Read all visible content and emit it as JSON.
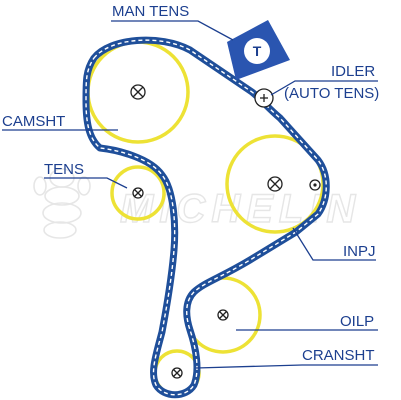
{
  "colors": {
    "belt": "#1f4f9a",
    "pulley": "#ede235",
    "label": "#1c3f8f",
    "watermark": "#e6e6e6",
    "tensioner_badge": "#2a55b0"
  },
  "watermark": {
    "text": "MICHELIN",
    "icon": "michelin-man-icon"
  },
  "labels": {
    "man_tens": "MAN TENS",
    "tensioner_badge": "T",
    "idler": "IDLER",
    "auto_tens": "(AUTO TENS)",
    "camsht": "CAMSHT",
    "tens": "TENS",
    "inpj": "INPJ",
    "oilp": "OILP",
    "cranshft": "CRANSHT"
  },
  "components": [
    {
      "name": "camshaft",
      "icon": "cross-circle-icon"
    },
    {
      "name": "tensioner",
      "icon": "cross-circle-icon"
    },
    {
      "name": "injection-pump",
      "icon": "cross-circle-icon"
    },
    {
      "name": "oil-pump",
      "icon": "cross-circle-icon"
    },
    {
      "name": "crankshaft",
      "icon": "cross-circle-icon"
    },
    {
      "name": "idler",
      "icon": "plus-circle-icon"
    }
  ]
}
